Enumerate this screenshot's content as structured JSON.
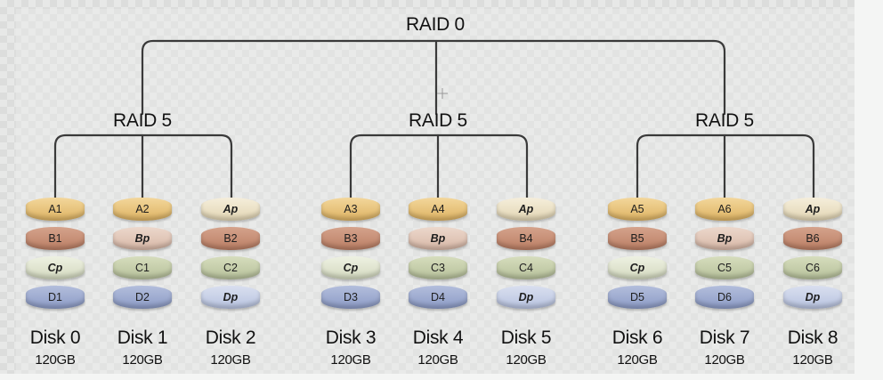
{
  "title": "RAID 0",
  "groups": [
    {
      "label": "RAID 5"
    },
    {
      "label": "RAID 5"
    },
    {
      "label": "RAID 5"
    }
  ],
  "disks": [
    {
      "name": "Disk 0",
      "size": "120GB",
      "blocks": [
        "A1",
        "B1",
        "Cp",
        "D1"
      ]
    },
    {
      "name": "Disk 1",
      "size": "120GB",
      "blocks": [
        "A2",
        "Bp",
        "C1",
        "D2"
      ]
    },
    {
      "name": "Disk 2",
      "size": "120GB",
      "blocks": [
        "Ap",
        "B2",
        "C2",
        "Dp"
      ]
    },
    {
      "name": "Disk 3",
      "size": "120GB",
      "blocks": [
        "A3",
        "B3",
        "Cp",
        "D3"
      ]
    },
    {
      "name": "Disk 4",
      "size": "120GB",
      "blocks": [
        "A4",
        "Bp",
        "C3",
        "D4"
      ]
    },
    {
      "name": "Disk 5",
      "size": "120GB",
      "blocks": [
        "Ap",
        "B4",
        "C4",
        "Dp"
      ]
    },
    {
      "name": "Disk 6",
      "size": "120GB",
      "blocks": [
        "A5",
        "B5",
        "Cp",
        "D5"
      ]
    },
    {
      "name": "Disk 7",
      "size": "120GB",
      "blocks": [
        "A6",
        "Bp",
        "C5",
        "D6"
      ]
    },
    {
      "name": "Disk 8",
      "size": "120GB",
      "blocks": [
        "Ap",
        "B6",
        "C6",
        "Dp"
      ]
    }
  ],
  "colors": {
    "line": "#3a3a3a",
    "row_a": "#e8c47d",
    "row_b": "#c99076",
    "row_c": "#c6cfaa",
    "row_d": "#a0add1"
  }
}
